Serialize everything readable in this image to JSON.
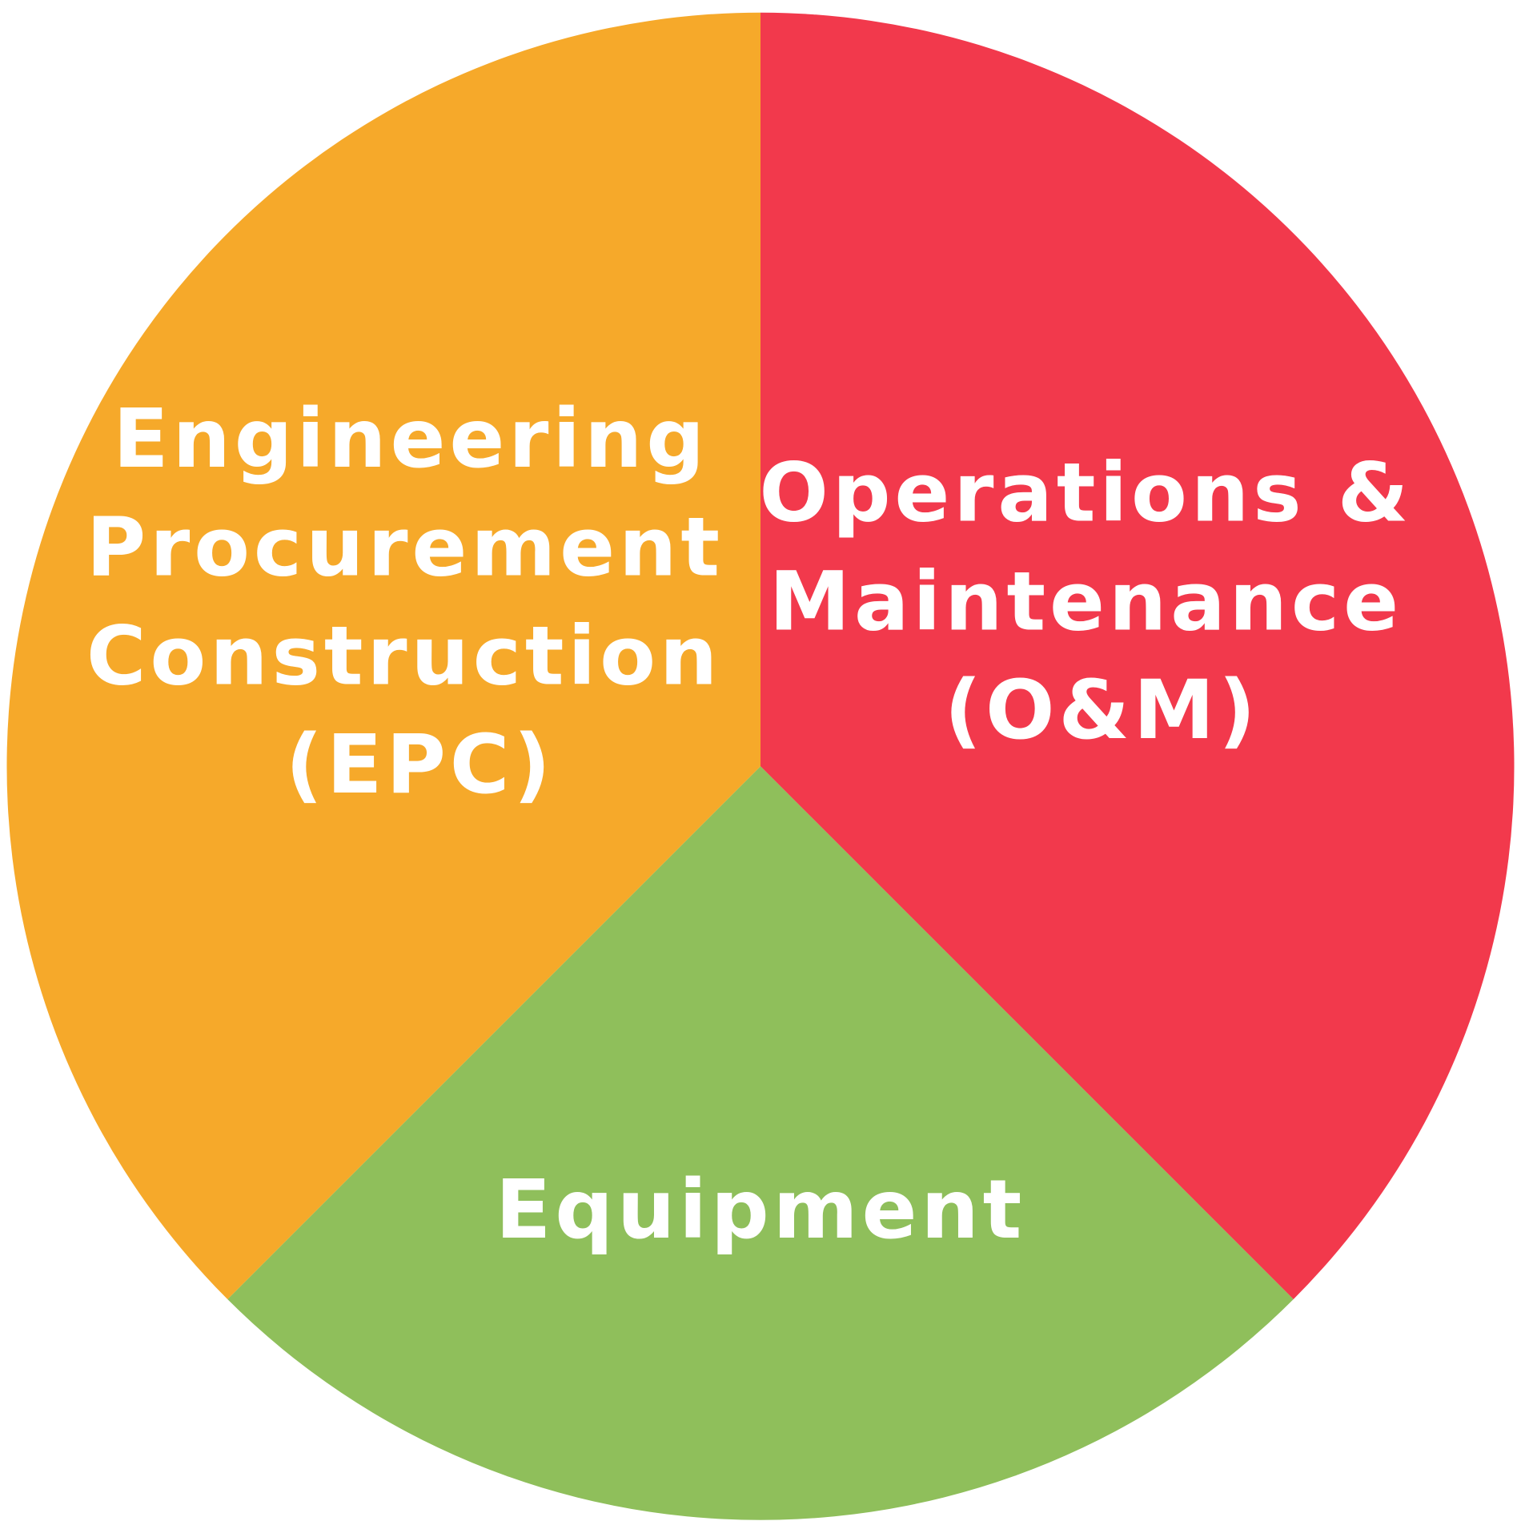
{
  "chart_data": {
    "type": "pie",
    "title": "",
    "start_angle_deg": 0,
    "direction": "clockwise",
    "slices": [
      {
        "label": "Operations & Maintenance (O&M)",
        "label_lines": [
          "Operations &",
          "Maintenance",
          "(O&M)"
        ],
        "value": 37.5,
        "color": "#f2394c"
      },
      {
        "label": "Equipment",
        "label_lines": [
          "Equipment"
        ],
        "value": 25,
        "color": "#8fbf5b"
      },
      {
        "label": "Engineering Procurement Construction (EPC)",
        "label_lines": [
          "Engineering",
          "Procurement",
          "Construction",
          "(EPC)"
        ],
        "value": 37.5,
        "color": "#f6a92a"
      }
    ]
  }
}
